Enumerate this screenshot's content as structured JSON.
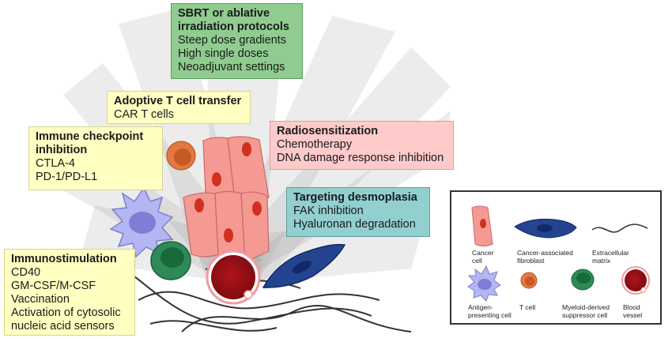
{
  "boxes": {
    "sbrt": {
      "title_lines": [
        "SBRT or ablative",
        "irradiation protocols"
      ],
      "items": [
        "Steep dose gradients",
        "High single doses",
        "Neoadjuvant settings"
      ],
      "color": "#90cc90"
    },
    "adoptive": {
      "title_lines": [
        "Adoptive T cell transfer"
      ],
      "items": [
        "CAR T cells"
      ],
      "color": "#ffffc2"
    },
    "checkpoint": {
      "title_lines": [
        "Immune checkpoint",
        "inhibition"
      ],
      "items": [
        "CTLA-4",
        "PD-1/PD-L1"
      ],
      "color": "#ffffc2"
    },
    "radiosensitization": {
      "title_lines": [
        "Radiosensitization"
      ],
      "items": [
        "Chemotherapy",
        "DNA damage response inhibition"
      ],
      "color": "#ffcaca"
    },
    "desmoplasia": {
      "title_lines": [
        "Targeting desmoplasia"
      ],
      "items": [
        "FAK inhibition",
        "Hyaluronan degradation"
      ],
      "color": "#92cfcf"
    },
    "immunostimulation": {
      "title_lines": [
        "Immunostimulation"
      ],
      "items": [
        "CD40",
        "GM-CSF/M-CSF",
        "Vaccination",
        "Activation of cytosolic",
        "nucleic acid sensors"
      ],
      "color": "#ffffc2"
    }
  },
  "legend": {
    "cancer_cell": [
      "Cancer",
      "cell"
    ],
    "fibroblast": [
      "Cancer-associated",
      "fibroblast"
    ],
    "matrix": [
      "Extracellular",
      "matrix"
    ],
    "apc": [
      "Antigen-",
      "presenting cell"
    ],
    "tcell": [
      "T cell"
    ],
    "mdsc": [
      "Myeloid-derived",
      "suppressor cell"
    ],
    "vessel": [
      "Blood",
      "vessel"
    ]
  },
  "colors": {
    "cancer": "#f49a93",
    "nucleus_cancer": "#d2301f",
    "tcell": "#e6783f",
    "mdsc": "#2e8b57",
    "vessel": "#a50f14",
    "fibroblast": "#1f3f8f",
    "apc": "#b3b6f2",
    "beam": "#9a9a9a"
  },
  "icons": [
    "beam-fan",
    "cancer-cell-icon",
    "fibroblast-icon",
    "matrix-fiber-icon",
    "apc-icon",
    "t-cell-icon",
    "mdsc-icon",
    "blood-vessel-icon"
  ]
}
